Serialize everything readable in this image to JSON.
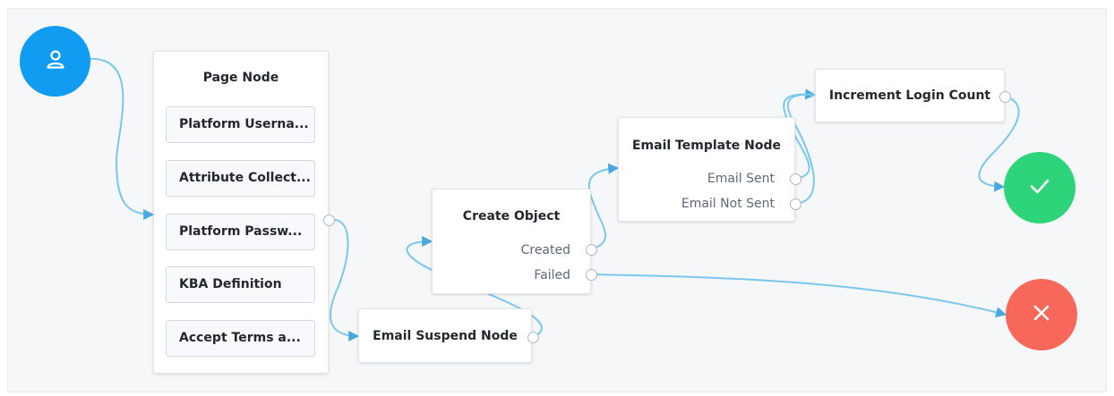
{
  "colors": {
    "canvas": "#f6f7f8",
    "connector": "#7ac7ee",
    "start": "#109cf1",
    "success": "#2ed47a",
    "failure": "#f7685b"
  },
  "start_node": {
    "icon": "user-icon"
  },
  "page_node": {
    "title": "Page Node",
    "children": [
      "Platform Userna...",
      "Attribute Collect...",
      "Platform Passw...",
      "KBA Definition",
      "Accept Terms a..."
    ]
  },
  "email_suspend_node": {
    "title": "Email Suspend Node"
  },
  "create_object_node": {
    "title": "Create Object",
    "outcomes": [
      "Created",
      "Failed"
    ]
  },
  "email_template_node": {
    "title": "Email Template Node",
    "outcomes": [
      "Email Sent",
      "Email Not Sent"
    ]
  },
  "increment_login_node": {
    "title": "Increment Login Count"
  },
  "success_node": {
    "icon": "check-icon"
  },
  "failure_node": {
    "icon": "close-icon"
  }
}
